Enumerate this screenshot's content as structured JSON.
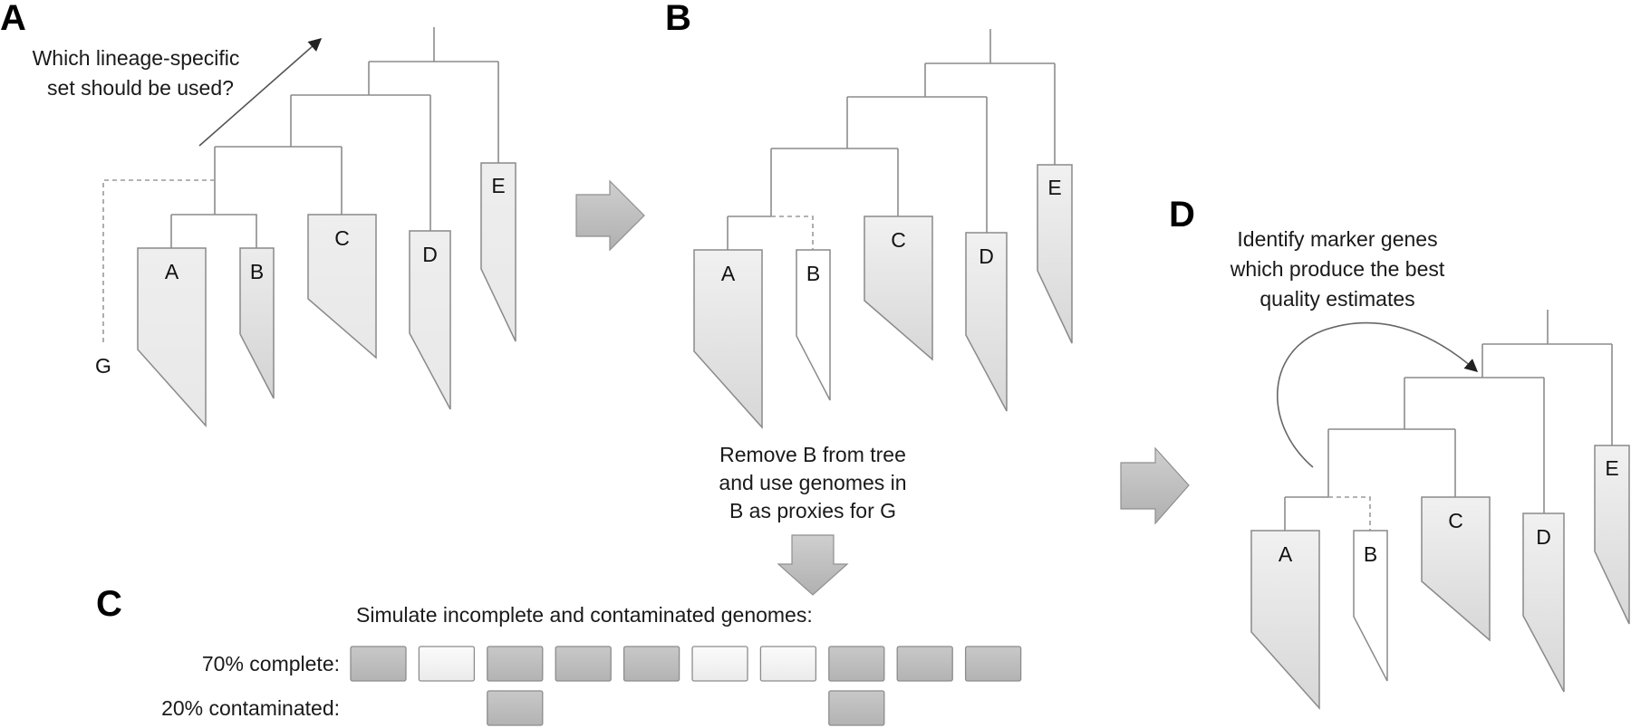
{
  "panels": {
    "A": {
      "letter": "A",
      "question_lines": [
        "Which lineage-specific",
        "set should be used?"
      ],
      "genome_label": "G",
      "clade_labels": [
        "A",
        "B",
        "C",
        "D",
        "E"
      ]
    },
    "B": {
      "letter": "B",
      "clade_labels": [
        "A",
        "B",
        "C",
        "D",
        "E"
      ],
      "caption_lines": [
        "Remove B from tree",
        "and use genomes in",
        "B as proxies for G"
      ],
      "removed_clade": "B"
    },
    "C": {
      "letter": "C",
      "title": "Simulate incomplete and contaminated genomes:",
      "rows": [
        {
          "label": "70% complete:",
          "cells": [
            "present",
            "missing",
            "present",
            "present",
            "present",
            "missing",
            "missing",
            "present",
            "present",
            "present"
          ]
        },
        {
          "label": "20% contaminated:",
          "cells": [
            "none",
            "none",
            "present",
            "none",
            "none",
            "none",
            "none",
            "present",
            "none",
            "none"
          ]
        }
      ]
    },
    "D": {
      "letter": "D",
      "caption_lines": [
        "Identify marker genes",
        "which produce the best",
        "quality estimates"
      ],
      "clade_labels": [
        "A",
        "B",
        "C",
        "D",
        "E"
      ]
    }
  },
  "colors": {
    "clade_fill_top": "#f0f0f0",
    "clade_fill_bottom": "#d6d6d6",
    "removed_clade_fill": "#ffffff",
    "genome_present": "#bdbdbd",
    "genome_missing": "#f5f5f5",
    "line": "#8c8c8c"
  }
}
